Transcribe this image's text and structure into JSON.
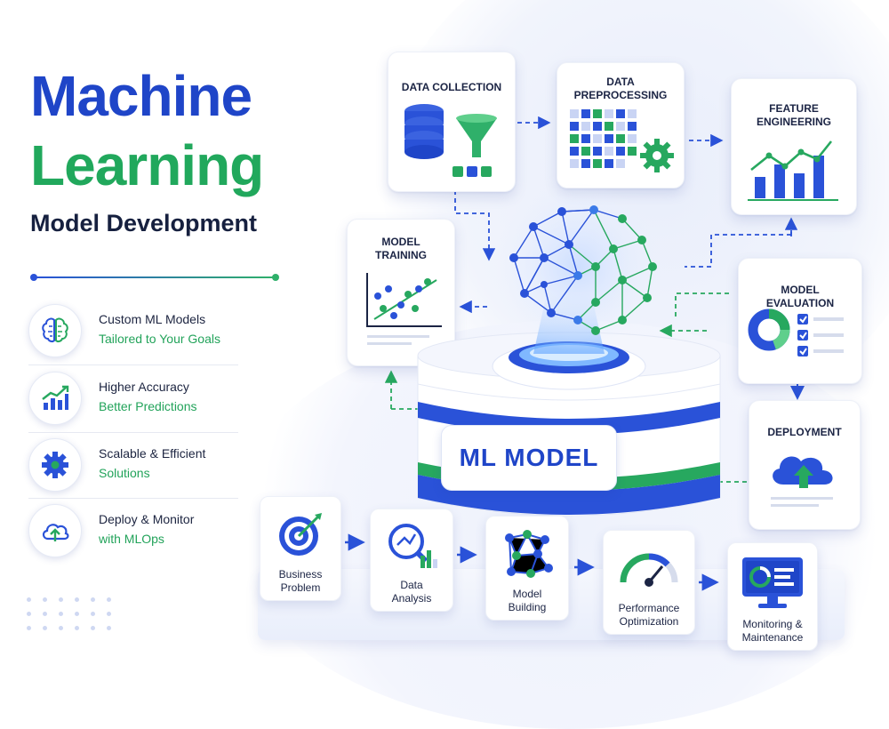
{
  "hero": {
    "title_line1": "Machine",
    "title_line2": "Learning",
    "subtitle": "Model Development"
  },
  "features": [
    {
      "line1": "Custom ML Models",
      "line2": "Tailored to Your Goals",
      "icon": "brain-icon"
    },
    {
      "line1": "Higher Accuracy",
      "line2": "Better Predictions",
      "icon": "growth-chart-icon"
    },
    {
      "line1": "Scalable & Efficient",
      "line2": "Solutions",
      "icon": "gear-icon"
    },
    {
      "line1": "Deploy & Monitor",
      "line2": "with MLOps",
      "icon": "cloud-upload-icon"
    }
  ],
  "pipeline": {
    "data_collection": "DATA COLLECTION",
    "data_preprocessing_1": "DATA",
    "data_preprocessing_2": "PREPROCESSING",
    "feature_engineering_1": "FEATURE",
    "feature_engineering_2": "ENGINEERING",
    "model_training_1": "MODEL",
    "model_training_2": "TRAINING",
    "model_evaluation_1": "MODEL",
    "model_evaluation_2": "EVALUATION",
    "deployment": "DEPLOYMENT",
    "center": "ML MODEL"
  },
  "steps": [
    {
      "line1": "Business",
      "line2": "Problem",
      "icon": "target-icon"
    },
    {
      "line1": "Data",
      "line2": "Analysis",
      "icon": "magnifier-chart-icon"
    },
    {
      "line1": "Model",
      "line2": "Building",
      "icon": "network-icon"
    },
    {
      "line1": "Performance",
      "line2": "Optimization",
      "icon": "gauge-icon"
    },
    {
      "line1": "Monitoring &",
      "line2": "Maintenance",
      "icon": "monitor-icon"
    }
  ],
  "colors": {
    "blue": "#1f45c8",
    "green": "#21a85c",
    "dark": "#16203f"
  }
}
